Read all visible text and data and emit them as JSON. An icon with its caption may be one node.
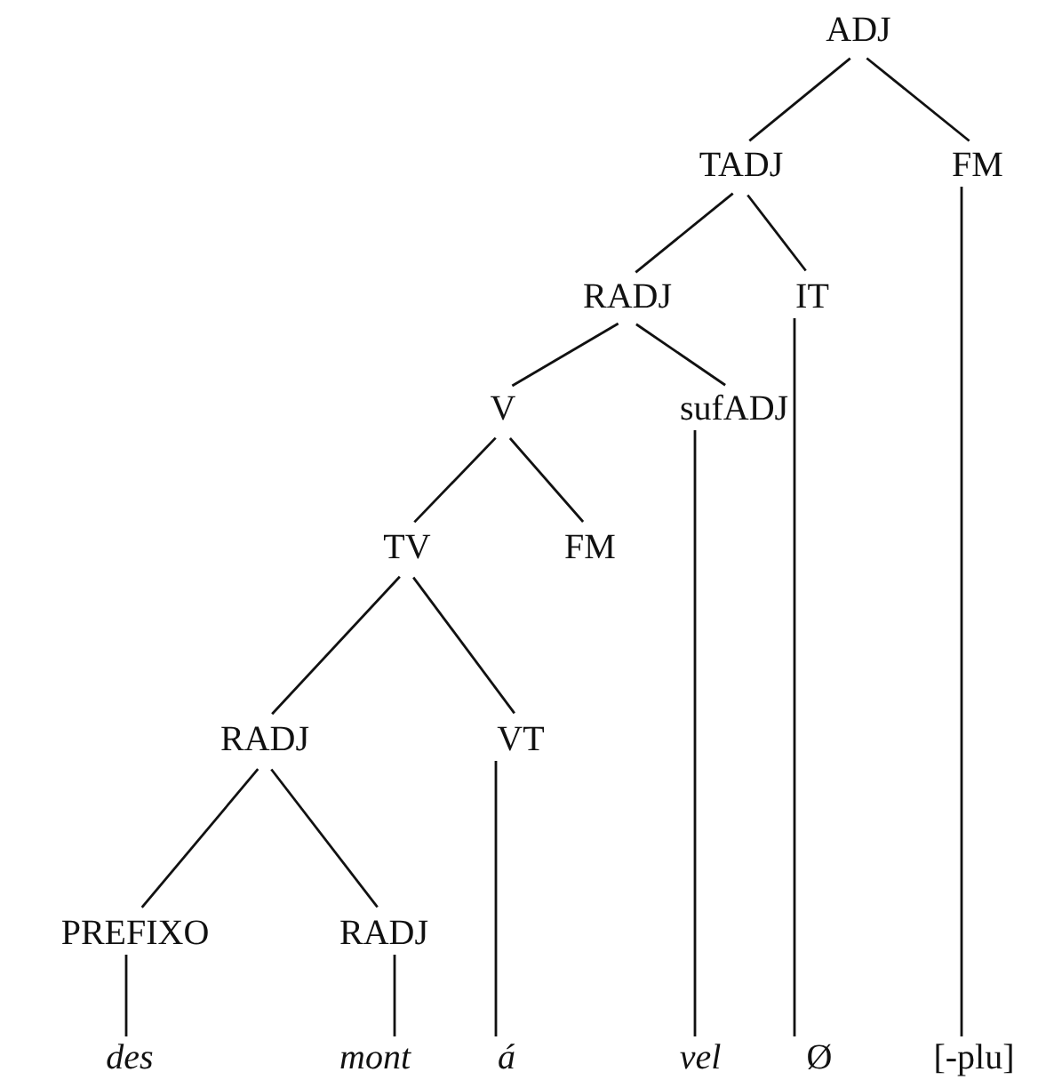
{
  "diagram": {
    "nodes": [
      {
        "text": [
          "ADJ"
        ]
      },
      {
        "text": [
          "TADJ"
        ]
      },
      {
        "text": [
          "FM"
        ]
      },
      {
        "text": [
          "RADJ"
        ]
      },
      {
        "text": [
          "IT"
        ]
      },
      {
        "text": [
          "V"
        ]
      },
      {
        "text": [
          "sufADJ"
        ]
      },
      {
        "text": [
          "TV"
        ]
      },
      {
        "text": [
          "FM"
        ]
      },
      {
        "text": [
          "RADJ"
        ]
      },
      {
        "text": [
          "VT"
        ]
      },
      {
        "text": [
          "PREFIXO"
        ]
      },
      {
        "text": [
          "RADJ"
        ]
      },
      {
        "text": [
          "des"
        ]
      },
      {
        "text": [
          "mont"
        ]
      },
      {
        "text": [
          "á"
        ]
      },
      {
        "text": [
          "vel"
        ]
      },
      {
        "text": [
          "Ø"
        ]
      },
      {
        "text": [
          "[-plu]"
        ]
      }
    ],
    "edges": [
      {
        "from": 0,
        "to": 1,
        "arrow": "none"
      },
      {
        "from": 0,
        "to": 2,
        "arrow": "none"
      },
      {
        "from": 1,
        "to": 3,
        "arrow": "none"
      },
      {
        "from": 1,
        "to": 4,
        "arrow": "none"
      },
      {
        "from": 3,
        "to": 5,
        "arrow": "none"
      },
      {
        "from": 3,
        "to": 6,
        "arrow": "none"
      },
      {
        "from": 5,
        "to": 7,
        "arrow": "none"
      },
      {
        "from": 5,
        "to": 8,
        "arrow": "none"
      },
      {
        "from": 7,
        "to": 9,
        "arrow": "none"
      },
      {
        "from": 7,
        "to": 10,
        "arrow": "none"
      },
      {
        "from": 9,
        "to": 11,
        "arrow": "none"
      },
      {
        "from": 9,
        "to": 12,
        "arrow": "none"
      },
      {
        "from": 11,
        "to": 13,
        "arrow": "none"
      },
      {
        "from": 12,
        "to": 14,
        "arrow": "none"
      },
      {
        "from": 10,
        "to": 15,
        "arrow": "none"
      },
      {
        "from": 6,
        "to": 16,
        "arrow": "none"
      },
      {
        "from": 4,
        "to": 17,
        "arrow": "none"
      },
      {
        "from": 2,
        "to": 18,
        "arrow": "none"
      }
    ]
  }
}
